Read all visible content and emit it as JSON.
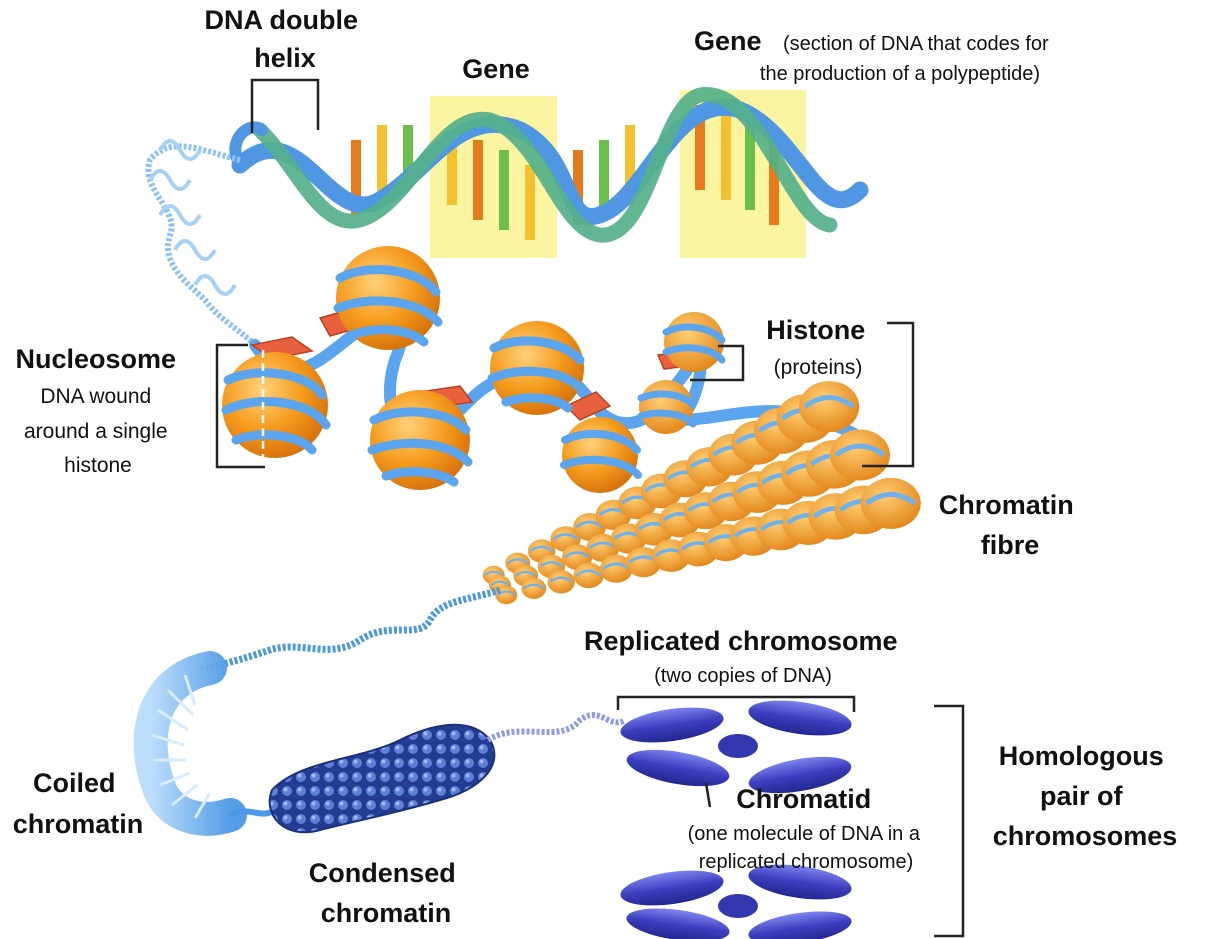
{
  "labels": {
    "dna_double_helix": {
      "line1": "DNA double",
      "line2": "helix"
    },
    "gene": "Gene",
    "gene_def": {
      "title": "Gene",
      "text1": "(section of DNA that codes for",
      "text2": "the production of a polypeptide)"
    },
    "nucleosome": {
      "title": "Nucleosome",
      "line1": "DNA wound",
      "line2": "around a single",
      "line3": "histone"
    },
    "histone": {
      "title": "Histone",
      "sub": "(proteins)"
    },
    "chromatin_fibre": {
      "line1": "Chromatin",
      "line2": "fibre"
    },
    "replicated_chromosome": {
      "title": "Replicated chromosome",
      "sub": "(two copies of DNA)"
    },
    "homologous_pair": {
      "line1": "Homologous",
      "line2": "pair of",
      "line3": "chromosomes"
    },
    "chromatid": {
      "title": "Chromatid",
      "line1": "(one molecule of DNA in a",
      "line2": "replicated chromosome)"
    },
    "coiled_chromatin": {
      "line1": "Coiled",
      "line2": "chromatin"
    },
    "condensed_chromatin": {
      "line1": "Condensed",
      "line2": "chromatin"
    }
  },
  "colors": {
    "dna_blue": "#4f97e3",
    "dna_green": "#55b08a",
    "histone_orange": "#f19a1d",
    "gene_highlight": "#fbf4a1",
    "chromosome_blue": "#3b3fbf",
    "linker_red": "#e9603e"
  }
}
